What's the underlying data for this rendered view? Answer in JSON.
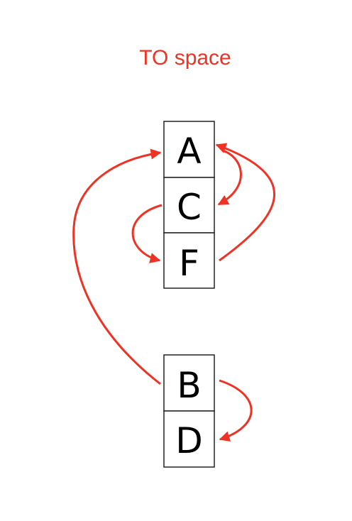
{
  "title": "TO space",
  "colors": {
    "title": "#ee3224",
    "arrow": "#ee3224",
    "box_stroke": "#222222",
    "text": "#000000"
  },
  "groups": [
    {
      "cells": [
        "A",
        "C",
        "F"
      ]
    },
    {
      "cells": [
        "B",
        "D"
      ]
    }
  ],
  "arrows": [
    {
      "from": "A",
      "to": "C"
    },
    {
      "from": "C",
      "to": "F"
    },
    {
      "from": "F",
      "to": "A"
    },
    {
      "from": "B",
      "to": "A"
    },
    {
      "from": "B",
      "to": "D"
    }
  ]
}
